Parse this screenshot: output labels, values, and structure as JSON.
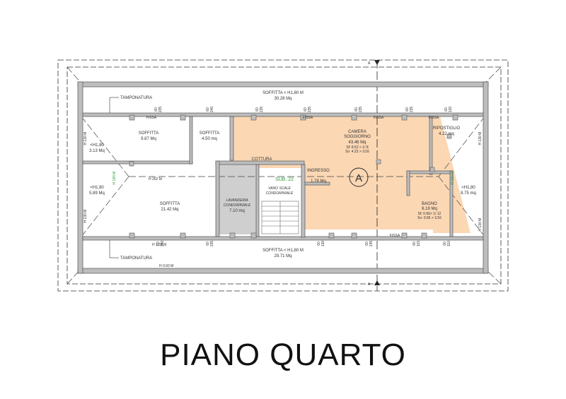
{
  "title": "PIANO QUARTO",
  "colors": {
    "apartment_fill": "#fbd7b4",
    "condo_fill": "#cfcfcf",
    "wall": "#bdbdbd",
    "green_label": "#2e9e3a"
  },
  "rooms": {
    "soffitta_top": {
      "name": "SOFFITTA < H1,80 M",
      "area": "30.28 Mq"
    },
    "soffitta_bottom": {
      "name": "SOFFITTA < H1,80 M",
      "area": "29.71 Mq"
    },
    "soffitta_1": {
      "name": "SOFFITTA",
      "area": "9.87 Mq"
    },
    "soffitta_2": {
      "name": "SOFFITTA",
      "area": "4.50 mq"
    },
    "soffitta_3": {
      "name": "SOFFITTA",
      "area": "21.42 Mq"
    },
    "left_top": {
      "name": "<H1,80",
      "area": "3.13 Mq"
    },
    "left_mid": {
      "name": "<H1,80",
      "area": "5.89 Mq"
    },
    "camera": {
      "name": "CAMERA",
      "name2": "SOGGIORNO",
      "area": "43.46 Mq",
      "ratio1": "Sf: 8.52 > 1/ 8",
      "ratio2": "Sv: 4.23 > 1/16"
    },
    "ripostiglio": {
      "name": "RIPOSTIGLIO",
      "area": "4.22 mq"
    },
    "right_mid": {
      "name": "<H1,80",
      "area": "8.75 mq"
    },
    "bagno": {
      "name": "BAGNO",
      "area": "6.19 Mq",
      "ratio1": "Sf: 0.66> 1/ 12",
      "ratio2": "Sv: 0.66 > 1/16"
    },
    "lavanderia": {
      "name": "LAVANDERIA",
      "name2": "CONDOMINIALE",
      "area": "7.10 mq"
    },
    "vano_scale": {
      "name": "VANO SCALE",
      "name2": "CONDOMINIALE"
    },
    "ingresso": {
      "name": "INGRESSO",
      "area": "1.78 Mq"
    },
    "cottura": {
      "name": "COTTURA"
    }
  },
  "labels": {
    "tamponatura_top": "TAMPONATURA",
    "tamponatura_bottom": "TAMPONATURA",
    "sub": "SUB. 22",
    "section_mark": "A",
    "section_arrow_top": "A",
    "section_arrow_bottom": "A",
    "h262": "H 262 M",
    "h134": "H 1.34  M",
    "h060": "H 0.60 M",
    "h130_left_top": "H 130 M",
    "h130_left_bottom": "H 130 M",
    "h130_right_top": "H 130 M",
    "h130_right_bottom": "H 130 M",
    "h180_left": "H 180 M",
    "h180_right": "H 180 M",
    "fissa_1": "FISSA",
    "fissa_2": "FISSA",
    "fissa_3": "FISSA",
    "fissa_4": "FISSA",
    "fissa_5": "FISSA"
  },
  "windows_top": [
    {
      "a": "60",
      "b": "235"
    },
    {
      "a": "60",
      "b": "240"
    },
    {
      "a": "60",
      "b": "235"
    },
    {
      "a": "60",
      "b": "235"
    },
    {
      "a": "60",
      "b": "235"
    },
    {
      "a": "60",
      "b": "235"
    },
    {
      "a": "60",
      "b": "120"
    }
  ],
  "windows_bottom": [
    {
      "a": "60",
      "b": "240"
    },
    {
      "a": "60",
      "b": "235"
    },
    {
      "a": "60",
      "b": "130"
    },
    {
      "a": "60",
      "b": "235"
    },
    {
      "a": "60",
      "b": "115"
    },
    {
      "a": "60",
      "b": "110"
    }
  ]
}
